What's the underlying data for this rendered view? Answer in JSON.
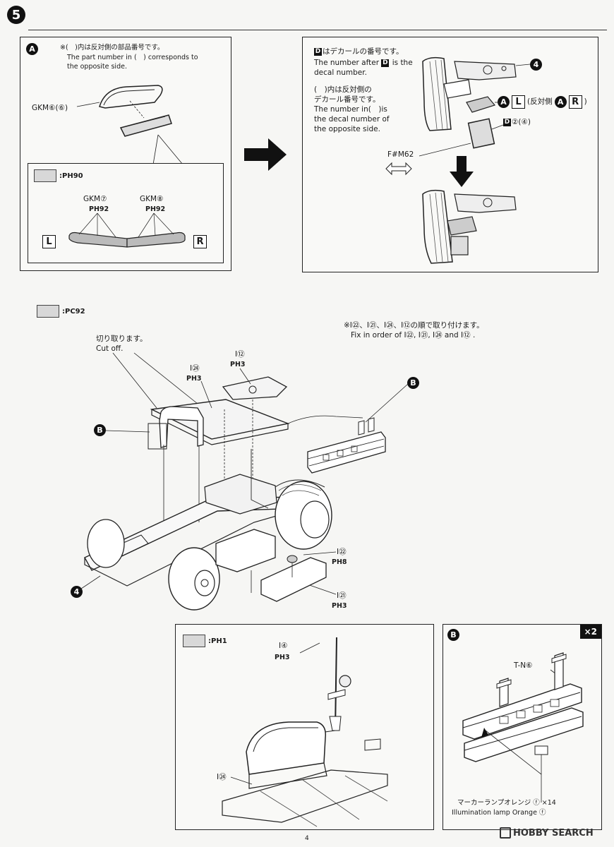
{
  "step": {
    "number": "5"
  },
  "panelA": {
    "badge": "A",
    "note_jp": "※(　)内は反対側の部品番号です。",
    "note_en_1": "The part number in (　) corresponds to",
    "note_en_2": "the opposite side.",
    "part_label": "GKM⑥(⑥)",
    "inset": {
      "paint": "PH90",
      "part_left": "GKM⑦",
      "paint_left": "PH92",
      "part_right": "GKM⑧",
      "paint_right": "PH92",
      "side_left": "L",
      "side_right": "R"
    }
  },
  "panelDecal": {
    "line1_badge": "D",
    "line1_jp": "はデカールの番号です。",
    "line2_pre": "The number after",
    "line2_badge": "D",
    "line2_post": "is the",
    "line3": "decal number.",
    "line4_jp": "(　)内は反対側の",
    "line5_jp": "デカール番号です。",
    "line6": "The number in(　)is",
    "line7": "the decal number of",
    "line8": "the opposite side.",
    "callout_part": "4",
    "callout_a": "A",
    "callout_l": "L",
    "callout_opp": "(反対側",
    "callout_a2": "A",
    "callout_r": "R",
    "callout_close": ")",
    "decal_badge": "D",
    "decal_label": "②(④)",
    "fm_label": "F#M62"
  },
  "main": {
    "paint": "PC92",
    "note_jp": "※I㉒、I㉑、I㉔、I⑫の順で取り付けます。",
    "note_en": "Fix in order of I㉒, I㉑, I㉔ and I⑫ .",
    "cut_jp": "切り取ります。",
    "cut_en": "Cut off.",
    "i12": "I⑫",
    "i12_paint": "PH3",
    "i24": "I㉔",
    "i24_paint": "PH3",
    "i22": "I㉒",
    "i22_paint": "PH8",
    "i21": "I㉑",
    "i21_paint": "PH3",
    "callout_b_left": "B",
    "callout_b_right": "B",
    "callout_4": "4"
  },
  "panelAntenna": {
    "paint": "PH1",
    "i4": "I④",
    "i4_paint": "PH3",
    "i24": "I㉔"
  },
  "panelB": {
    "badge": "B",
    "multiplier": "×2",
    "part": "T-N⑥",
    "lamp_jp": "マーカーランプオレンジ",
    "lamp_code": "ⓕ",
    "lamp_count": "×14",
    "lamp_en": "Illumination lamp Orange",
    "lamp_code2": "ⓕ"
  },
  "page_number": "4",
  "watermark": "HOBBY SEARCH"
}
